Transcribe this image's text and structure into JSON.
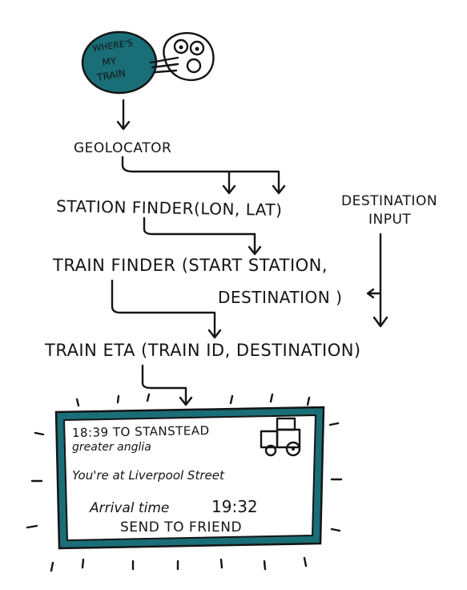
{
  "logo": {
    "text_line1": "WHERE'S",
    "text_line2": "MY",
    "text_line3": "TRAIN",
    "badge_color": "#1a6e77",
    "face_icon": "peeking-face-icon"
  },
  "nodes": {
    "geolocator": "GEOLOCATOR",
    "station_finder": "STATION FINDER(LON, LAT)",
    "destination_input_line1": "DESTINATION",
    "destination_input_line2": "INPUT",
    "train_finder_line1": "TRAIN FINDER (START STATION,",
    "train_finder_line2": "DESTINATION )",
    "train_eta": "TRAIN ETA (TRAIN ID, DESTINATION)"
  },
  "screen": {
    "departure": "18:39 TO STANSTEAD",
    "operator": "greater anglia",
    "location": "You're at Liverpool Street",
    "arrival_label": "Arrival time",
    "arrival_time": "19:32",
    "send_button": "SEND TO FRIEND",
    "frame_color": "#1a6e77",
    "train_icon": "train-icon"
  }
}
